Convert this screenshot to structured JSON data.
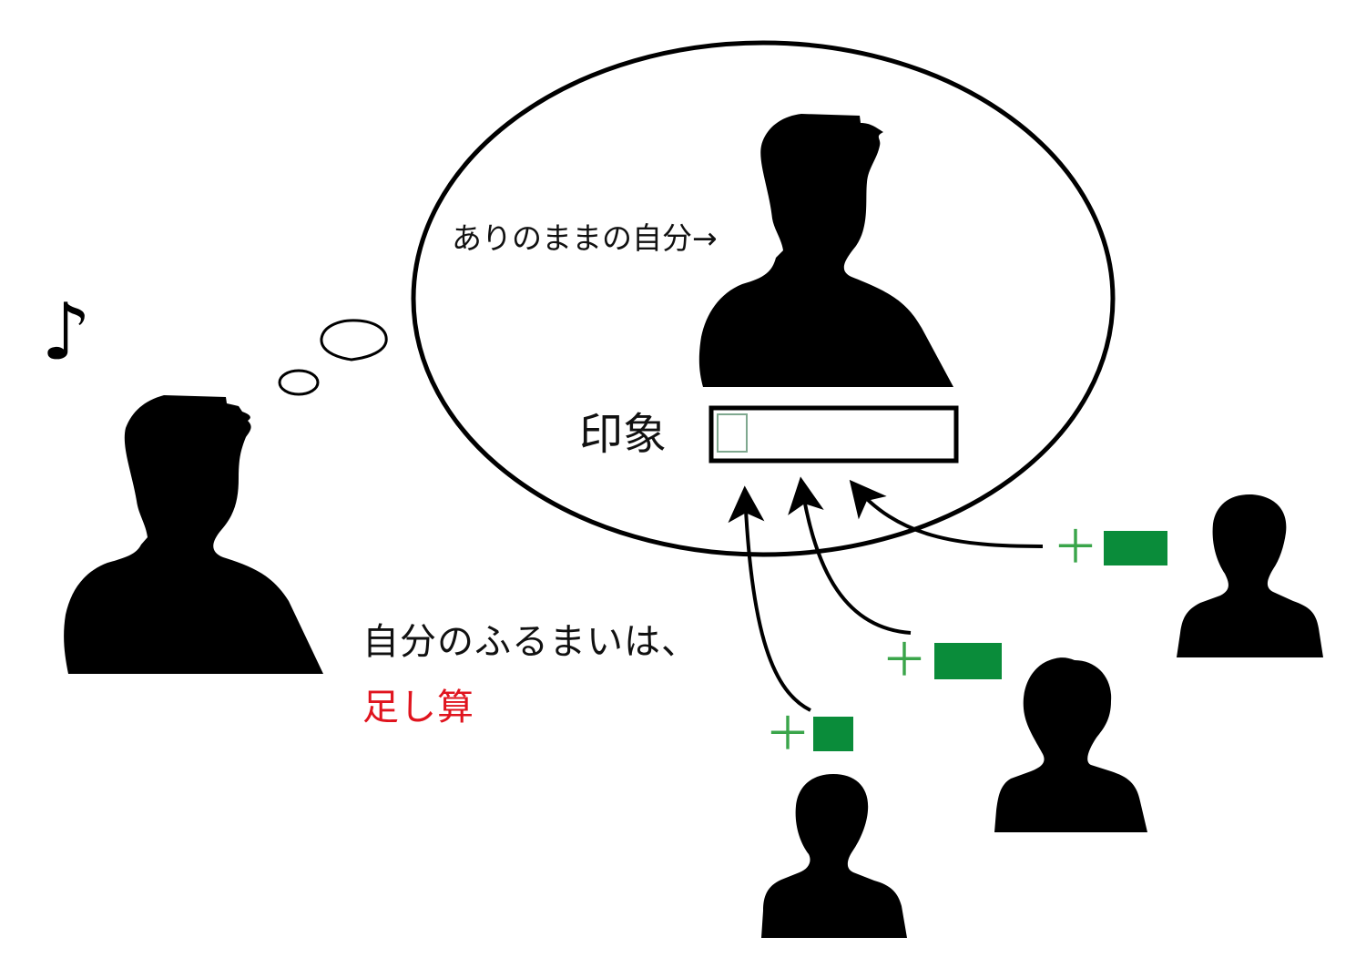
{
  "labels": {
    "authentic_self": "ありのままの自分→",
    "impression": "印象",
    "behavior_line1": "自分のふるまいは、",
    "behavior_line2": "足し算",
    "plus_sign": "＋"
  },
  "symbols": {
    "music_note": "♪"
  },
  "colors": {
    "accent_green": "#0a8c3a",
    "plus_green": "#3aa54a",
    "addition_red": "#e0141e",
    "silhouette": "#000000",
    "box_marker": "#7fa88f"
  }
}
